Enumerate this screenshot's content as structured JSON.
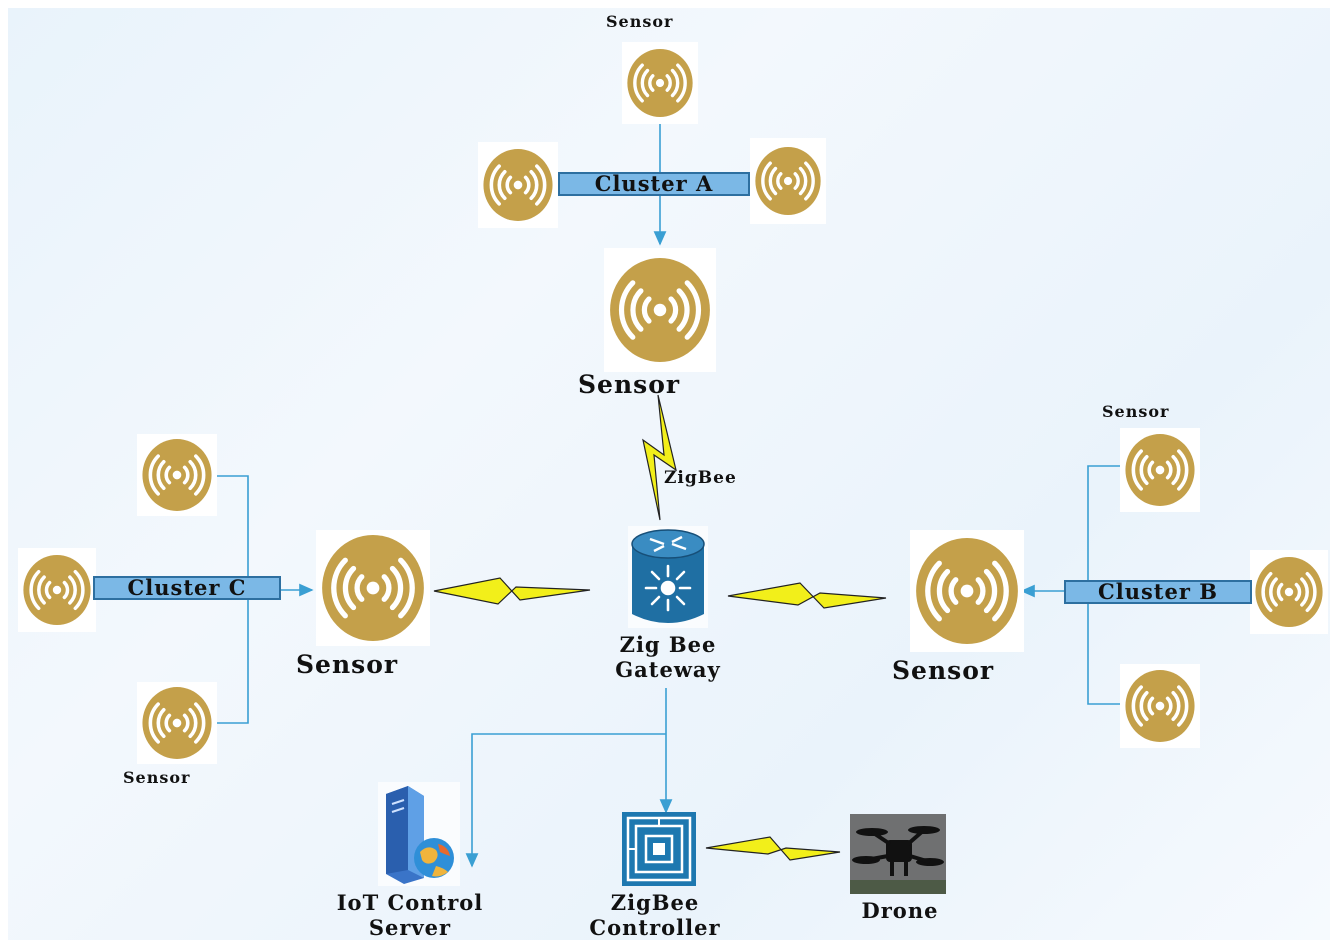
{
  "labels": {
    "sensor_top": "Sensor",
    "sensor_a_main": "Sensor",
    "sensor_c_main": "Sensor",
    "sensor_b_main": "Sensor",
    "sensor_c_bottom": "Sensor",
    "sensor_b_top": "Sensor",
    "zigbee_link": "ZigBee",
    "gateway_line1": "Zig Bee",
    "gateway_line2": "Gateway",
    "server_line1": "IoT Control",
    "server_line2": "Server",
    "controller_line1": "ZigBee",
    "controller_line2": "Controller",
    "drone": "Drone"
  },
  "clusters": {
    "a": "Cluster A",
    "b": "Cluster B",
    "c": "Cluster C"
  },
  "colors": {
    "sensor_gold": "#c4a04a",
    "connector_blue": "#3a9fd3",
    "cluster_fill": "#7bb8e6",
    "lightning_yellow": "#f2ef1a",
    "gateway_blue": "#1f6fa3",
    "controller_blue": "#1e78b0"
  },
  "icons": {
    "sensor": "wireless-sensor-icon",
    "gateway": "router-icon",
    "server": "server-icon",
    "controller": "controller-chip-icon",
    "drone": "drone-icon"
  }
}
